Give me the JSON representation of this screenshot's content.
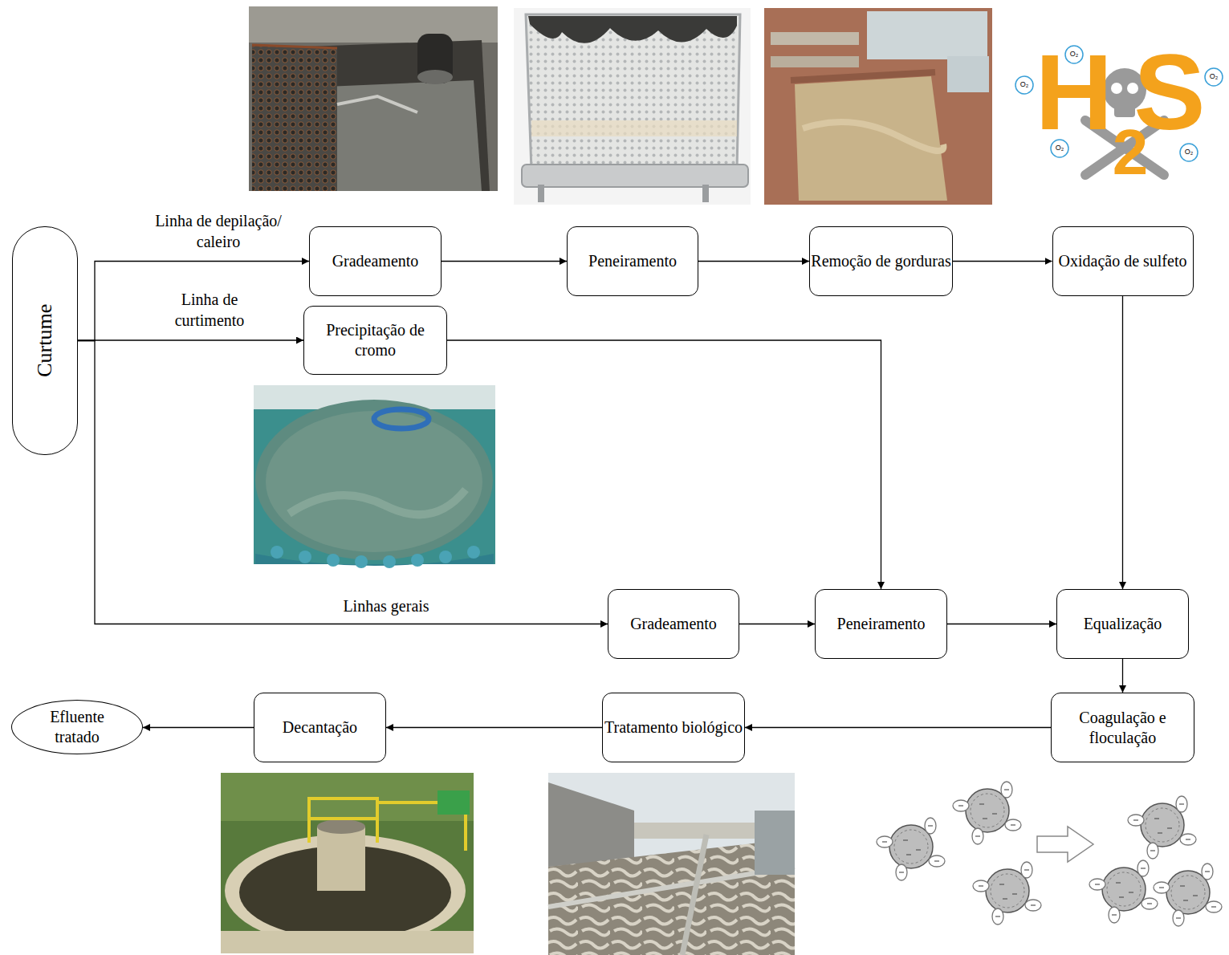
{
  "diagram": {
    "nodes": [
      {
        "text": [
          "Curtume"
        ]
      },
      {
        "text": [
          "Gradeamento"
        ]
      },
      {
        "text": [
          "Peneiramento"
        ]
      },
      {
        "text": [
          "Remoção de gorduras"
        ]
      },
      {
        "text": [
          "Oxidação de sulfeto"
        ]
      },
      {
        "text": [
          "Precipitação de cromo"
        ]
      },
      {
        "text": [
          "Gradeamento"
        ]
      },
      {
        "text": [
          "Peneiramento"
        ]
      },
      {
        "text": [
          "Equalização"
        ]
      },
      {
        "text": [
          "Coagulação e floculação"
        ]
      },
      {
        "text": [
          "Tratamento biológico"
        ]
      },
      {
        "text": [
          "Decantação"
        ]
      },
      {
        "text": [
          "Efluente tratado"
        ]
      }
    ],
    "edges": [
      {
        "from": 0,
        "to": 1,
        "arrow": "to",
        "label": "Linha de depilação/ caleiro"
      },
      {
        "from": 0,
        "to": 5,
        "arrow": "to",
        "label": "Linha de curtimento"
      },
      {
        "from": 0,
        "to": 6,
        "arrow": "to",
        "label": "Linhas gerais"
      },
      {
        "from": 1,
        "to": 2,
        "arrow": "to"
      },
      {
        "from": 2,
        "to": 3,
        "arrow": "to"
      },
      {
        "from": 3,
        "to": 4,
        "arrow": "to"
      },
      {
        "from": 4,
        "to": 8,
        "arrow": "to"
      },
      {
        "from": 5,
        "to": 7,
        "arrow": "to"
      },
      {
        "from": 6,
        "to": 7,
        "arrow": "to"
      },
      {
        "from": 7,
        "to": 8,
        "arrow": "to"
      },
      {
        "from": 8,
        "to": 9,
        "arrow": "to"
      },
      {
        "from": 9,
        "to": 10,
        "arrow": "to"
      },
      {
        "from": 10,
        "to": 11,
        "arrow": "to"
      },
      {
        "from": 11,
        "to": 12,
        "arrow": "to"
      }
    ],
    "labels": [
      "H",
      "S",
      "2",
      "O₂",
      "O₂",
      "O₂",
      "O₂",
      "O₂"
    ]
  }
}
